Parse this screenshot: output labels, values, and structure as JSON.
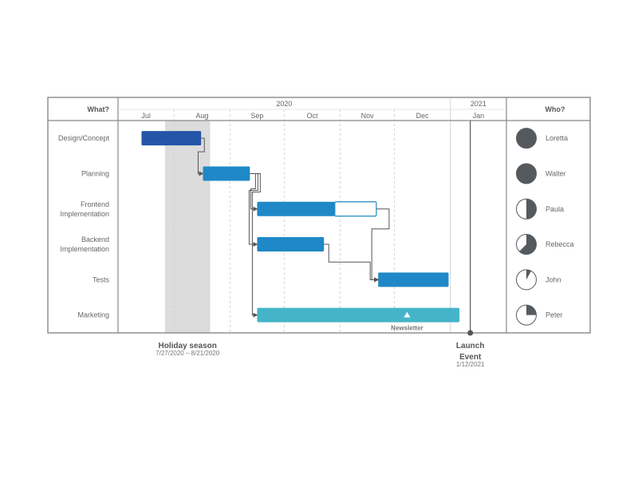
{
  "chart_data": {
    "type": "gantt",
    "headers": {
      "left": "What?",
      "right": "Who?"
    },
    "years": [
      {
        "label": "2020",
        "start": "2020-07-01",
        "end": "2021-01-01"
      },
      {
        "label": "2021",
        "start": "2021-01-01",
        "end": "2021-02-01"
      }
    ],
    "months": [
      {
        "label": "Jul",
        "start": "2020-07-01"
      },
      {
        "label": "Aug",
        "start": "2020-08-01"
      },
      {
        "label": "Sep",
        "start": "2020-09-01"
      },
      {
        "label": "Oct",
        "start": "2020-10-01"
      },
      {
        "label": "Nov",
        "start": "2020-11-01"
      },
      {
        "label": "Dec",
        "start": "2020-12-01"
      },
      {
        "label": "Jan",
        "start": "2021-01-01"
      }
    ],
    "range": [
      "2020-07-01",
      "2021-02-01"
    ],
    "tasks": [
      {
        "name": "Design/Concept",
        "owner": "Loretta",
        "progress": 1.0
      },
      {
        "name": "Planning",
        "owner": "Walter",
        "progress": 1.0
      },
      {
        "name": "Frontend\nImplementation",
        "owner": "Paula",
        "progress": 0.5
      },
      {
        "name": "Backend\nImplementation",
        "owner": "Rebecca",
        "progress": 0.625
      },
      {
        "name": "Tests",
        "owner": "John",
        "progress": 0.08
      },
      {
        "name": "Marketing",
        "owner": "Peter",
        "progress": 0.25
      }
    ],
    "bars": [
      {
        "task": 0,
        "start": "2020-07-14",
        "end": "2020-08-16",
        "color": "#2456a8",
        "outline": false
      },
      {
        "task": 1,
        "start": "2020-08-17",
        "end": "2020-09-12",
        "color": "#1f88c6",
        "outline": false
      },
      {
        "task": 2,
        "start": "2020-09-16",
        "end": "2020-10-29",
        "color": "#1f88c6",
        "outline": false
      },
      {
        "task": 2,
        "start": "2020-10-29",
        "end": "2020-11-21",
        "color": "#1f88c6",
        "outline": true
      },
      {
        "task": 3,
        "start": "2020-09-16",
        "end": "2020-10-23",
        "color": "#1f88c6",
        "outline": false
      },
      {
        "task": 4,
        "start": "2020-11-22",
        "end": "2020-12-31",
        "color": "#1f88c6",
        "outline": false
      },
      {
        "task": 5,
        "start": "2020-09-16",
        "end": "2021-01-06",
        "color": "#45b4c8",
        "outline": false
      }
    ],
    "dependencies": [
      {
        "from": 0,
        "to": 1
      },
      {
        "from": 1,
        "to": 2
      },
      {
        "from": 1,
        "to": 4
      },
      {
        "from": 1,
        "to": 6
      },
      {
        "from": 3,
        "to": 5
      },
      {
        "from": 4,
        "to": 5
      }
    ],
    "milestones": [
      {
        "task": 5,
        "date": "2020-12-08",
        "label": "Newsletter"
      }
    ],
    "holiday": {
      "title": "Holiday season",
      "subtitle": "7/27/2020 – 8/21/2020",
      "start": "2020-07-27",
      "end": "2020-08-21",
      "color": "#dcdcdc"
    },
    "event": {
      "title": "Launch\nEvent",
      "subtitle": "1/12/2021",
      "date": "2021-01-12"
    },
    "colors": {
      "frame": "#888888",
      "grid": "#cccccc",
      "pie": "#555a5f"
    }
  }
}
